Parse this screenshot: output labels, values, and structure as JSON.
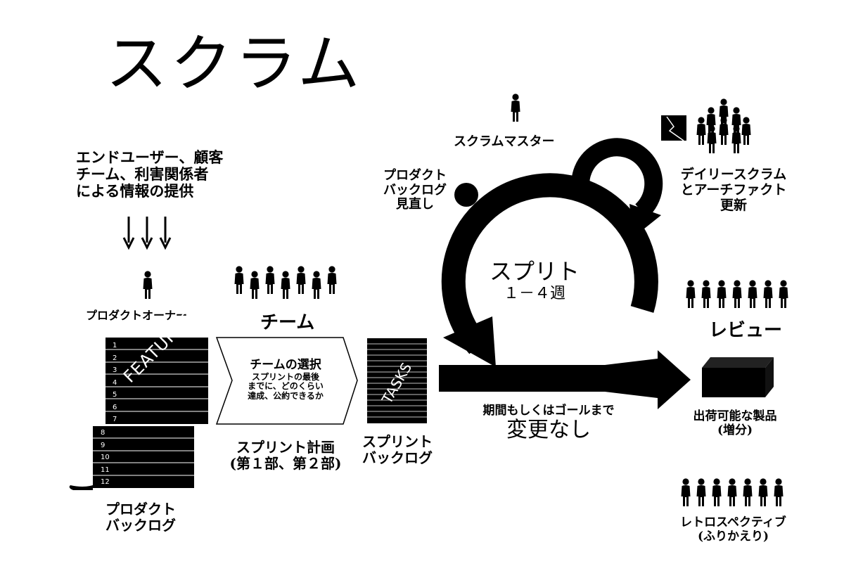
{
  "title": "スクラム",
  "stakeholders": {
    "lines": [
      "エンドユーザー、顧客",
      "チーム、利害関係者",
      "による情報の提供"
    ]
  },
  "product_owner": {
    "label": "プロダクトオーナー"
  },
  "team": {
    "label": "チーム"
  },
  "product_backlog": {
    "watermark": "FEATURES",
    "items_top": [
      "1",
      "2",
      "3",
      "4",
      "5",
      "6",
      "7"
    ],
    "items_bottom": [
      "8",
      "9",
      "10",
      "11",
      "12"
    ],
    "label_lines": [
      "プロダクト",
      "バックログ"
    ]
  },
  "team_selection": {
    "heading": "チームの選択",
    "body_lines": [
      "スプリントの最後",
      "までに、どのくらい",
      "達成、公約できるか"
    ]
  },
  "sprint_planning": {
    "lines": [
      "スプリント計画",
      "(第１部、第２部)"
    ]
  },
  "sprint_backlog": {
    "watermark": "TASKS",
    "label_lines": [
      "スプリント",
      "バックログ"
    ]
  },
  "scrum_master": {
    "label": "スクラムマスター"
  },
  "backlog_refinement": {
    "lines": [
      "プロダクト",
      "バックログ",
      "見直し"
    ]
  },
  "sprint": {
    "title": "スプリト",
    "duration": "１－４週"
  },
  "daily_scrum": {
    "lines": [
      "デイリースクラム",
      "とアーチファクト",
      "更新"
    ]
  },
  "no_change": {
    "line1": "期間もしくはゴールまで",
    "line2": "変更なし"
  },
  "review": {
    "label": "レビュー"
  },
  "shippable_product": {
    "lines": [
      "出荷可能な製品",
      "(増分)"
    ]
  },
  "retrospective": {
    "lines": [
      "レトロスペクティブ",
      "(ふりかえり)"
    ]
  }
}
